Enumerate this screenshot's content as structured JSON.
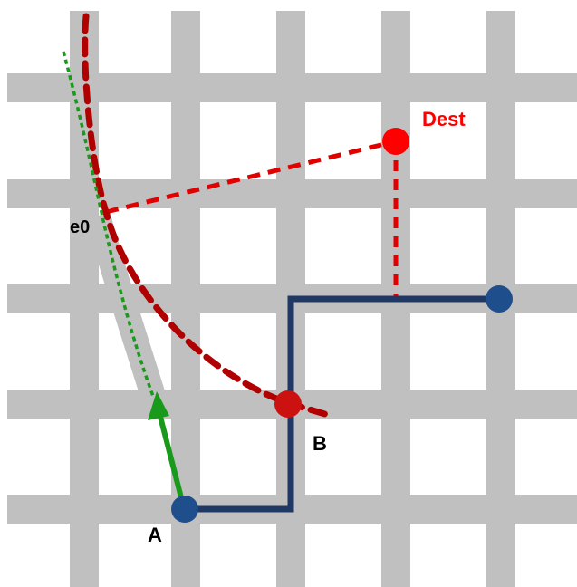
{
  "labels": {
    "dest": "Dest",
    "e0": "e0",
    "a": "A",
    "b": "B"
  },
  "colors": {
    "road": "#c0c0c0",
    "route": "#1f3864",
    "arrow": "#1a9a1a",
    "dest": "#ff0000",
    "dashed_red": "#e00000",
    "dashed_darkred": "#b00000",
    "point_b": "#cc1111"
  }
}
